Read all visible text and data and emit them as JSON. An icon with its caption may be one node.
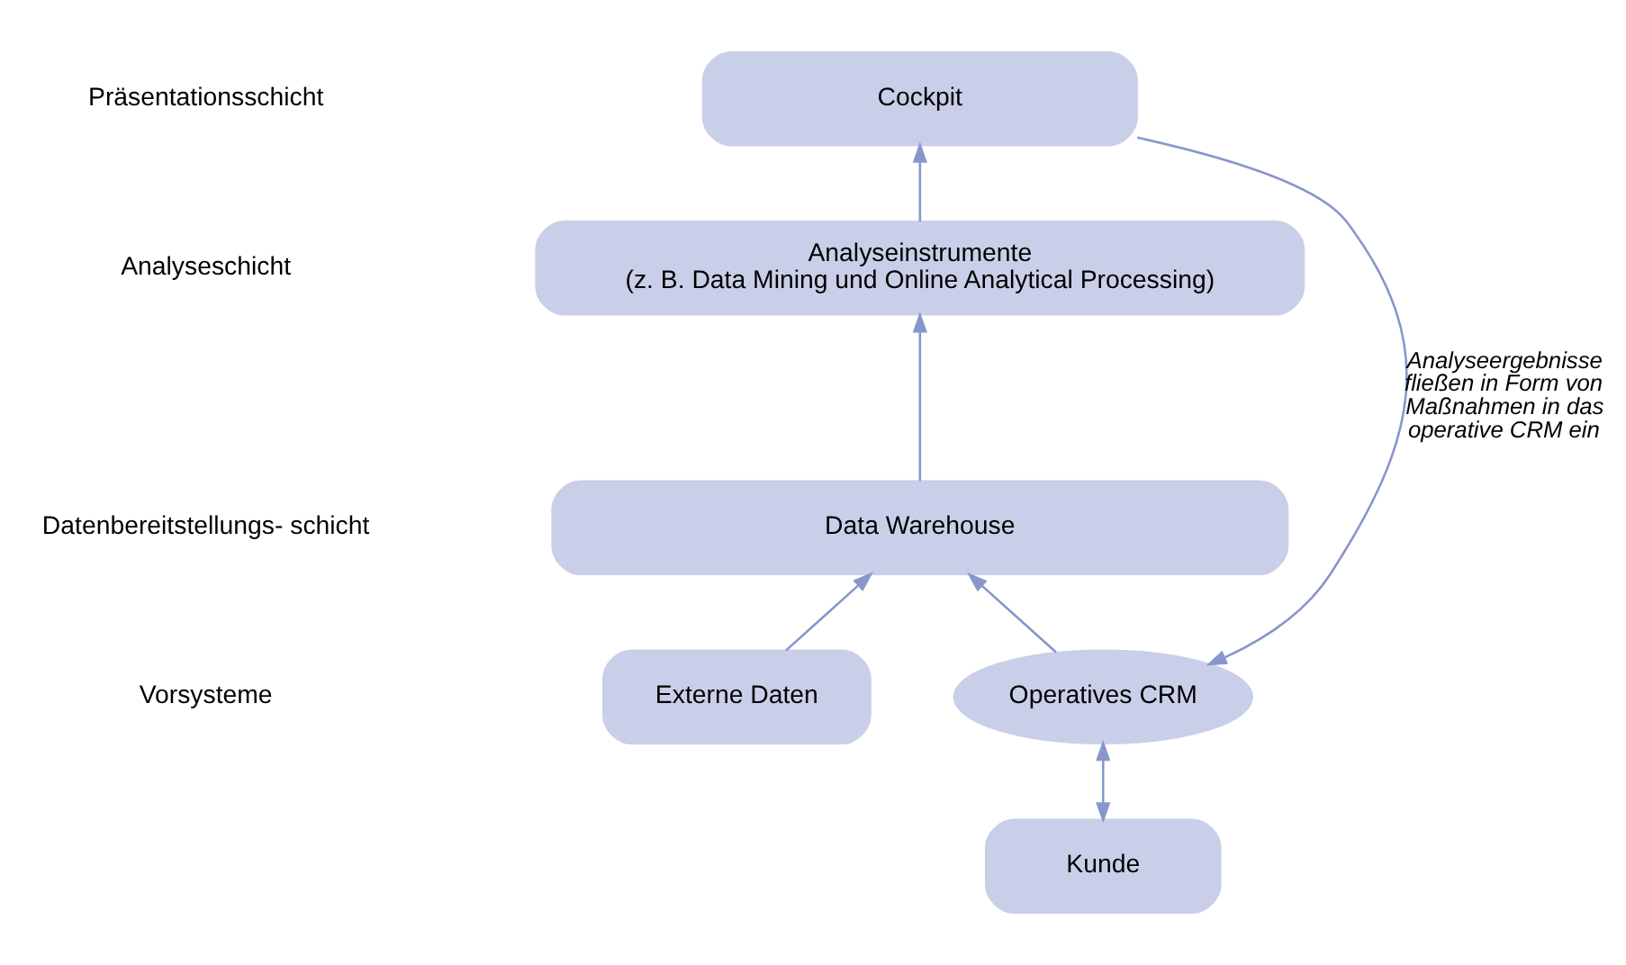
{
  "diagram": {
    "nodes": [
      {
        "text": [
          "Cockpit"
        ]
      },
      {
        "text": [
          "Analyseinstrumente",
          "(z. B. Data Mining und Online Analytical Processing)"
        ]
      },
      {
        "text": [
          "Data Warehouse"
        ]
      },
      {
        "text": [
          "Externe Daten"
        ]
      },
      {
        "text": [
          "Operatives CRM"
        ]
      },
      {
        "text": [
          "Kunde"
        ]
      }
    ],
    "edges": [
      {
        "from": 1,
        "to": 0,
        "arrow": "to"
      },
      {
        "from": 2,
        "to": 1,
        "arrow": "to"
      },
      {
        "from": 3,
        "to": 2,
        "arrow": "to"
      },
      {
        "from": 4,
        "to": 2,
        "arrow": "to"
      },
      {
        "from": 0,
        "to": 4,
        "arrow": "to",
        "label": "Analyseergebnisse fließen in Form von Maßnahmen in das operative CRM ein"
      },
      {
        "from": 5,
        "to": 4,
        "arrow": "both"
      }
    ],
    "labels": [
      "Präsentationsschicht",
      "Analyseschicht",
      "Datenbereitstellungs- schicht",
      "Vorsysteme"
    ]
  }
}
